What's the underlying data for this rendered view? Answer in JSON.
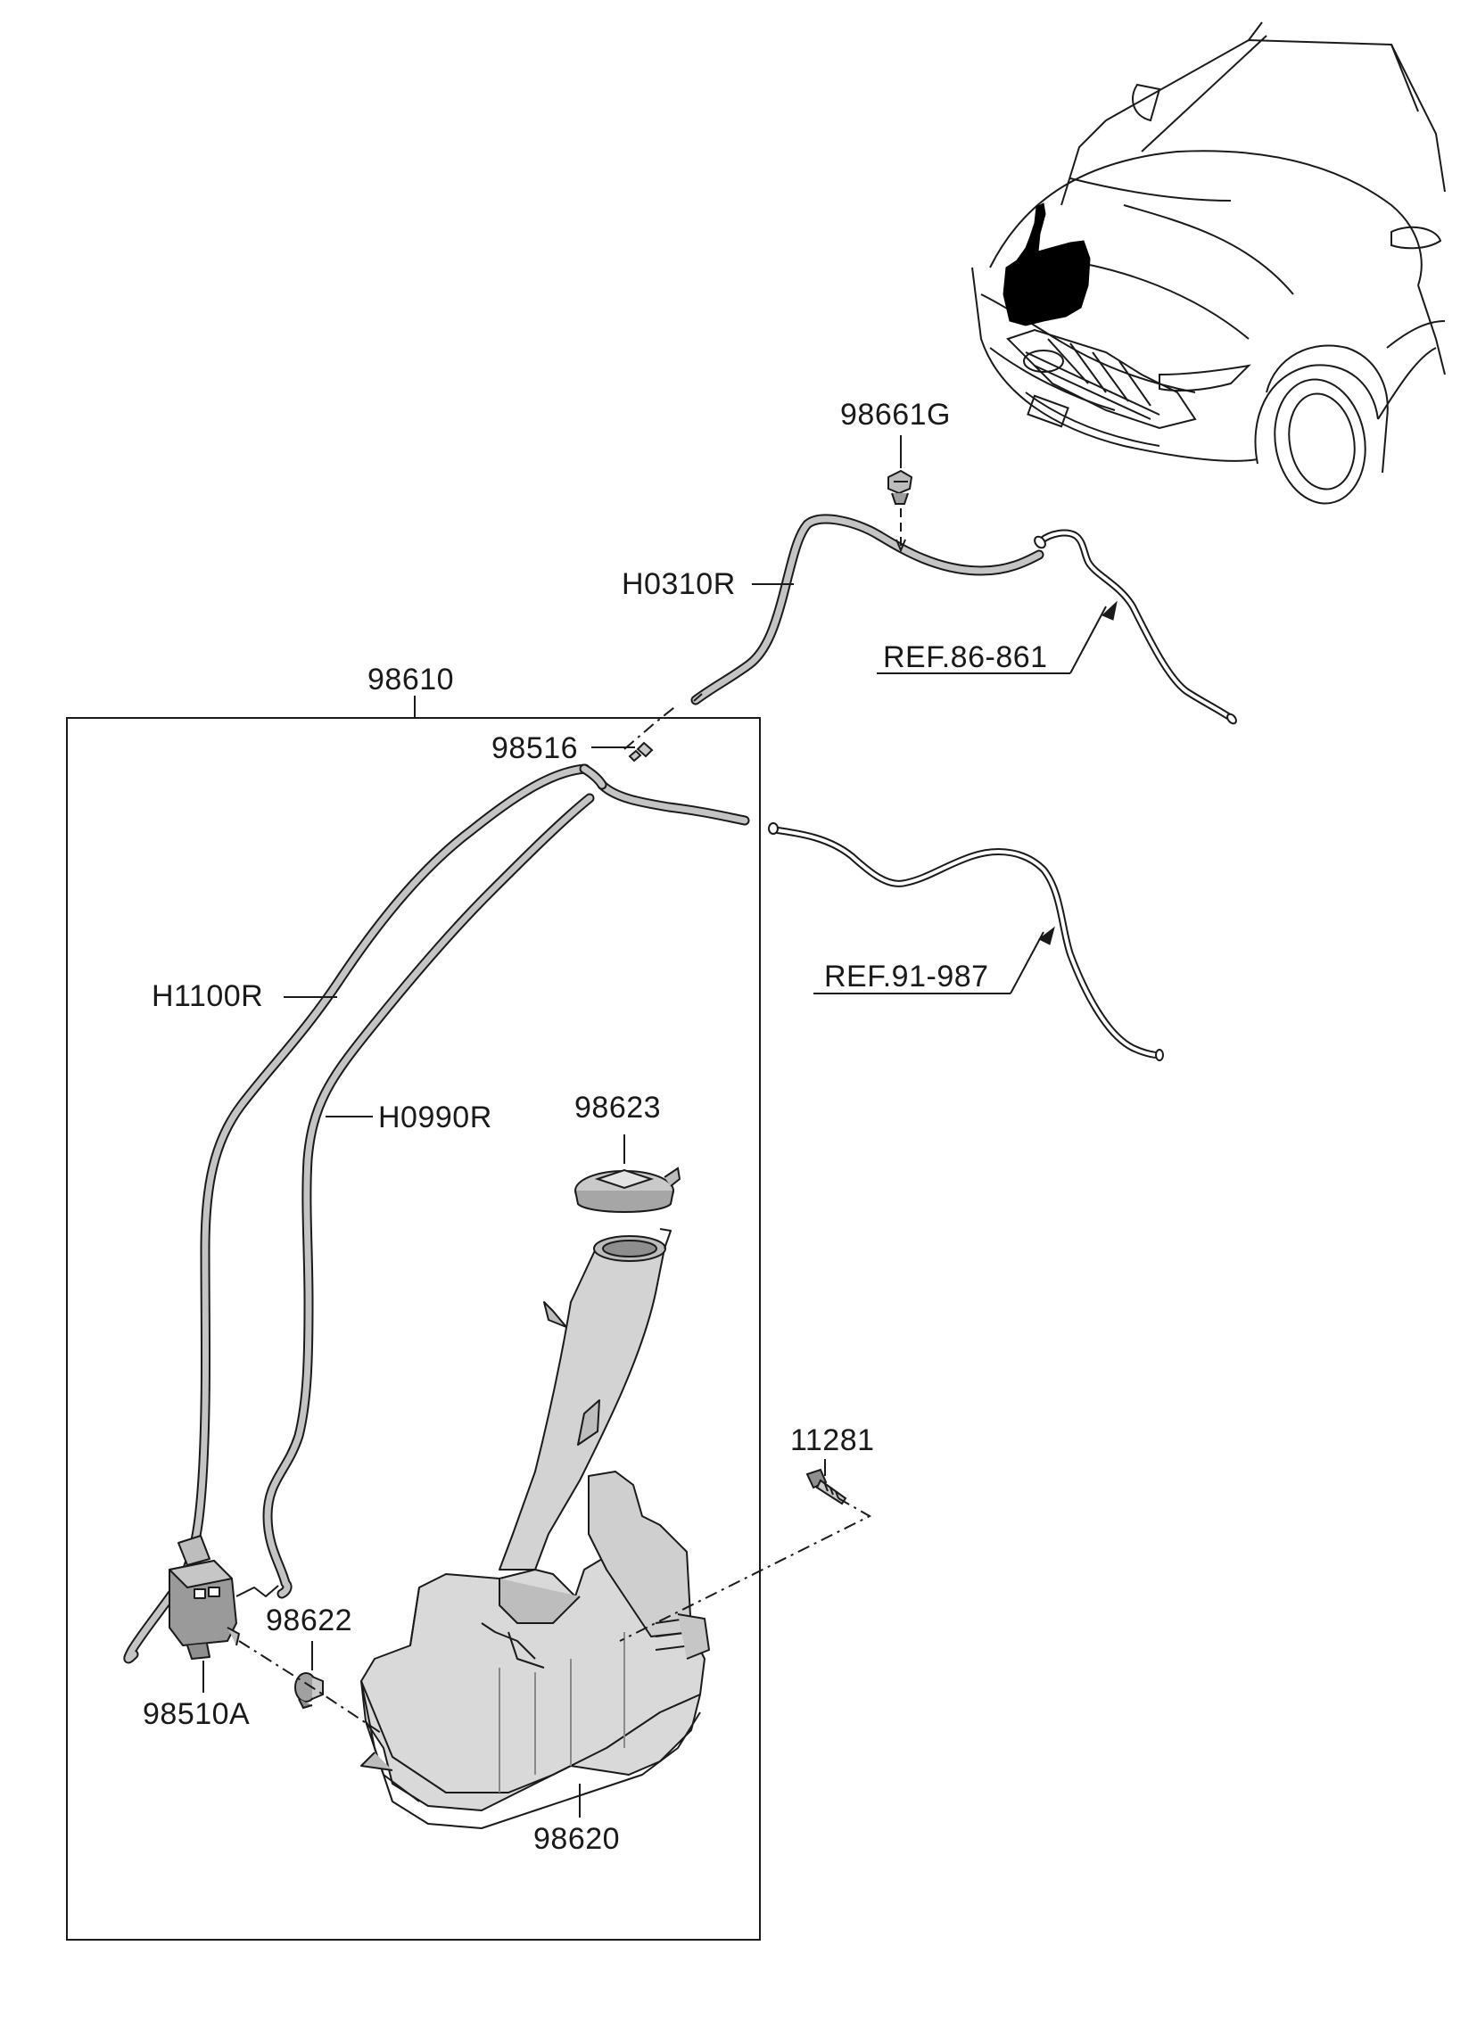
{
  "diagram": {
    "part_labels": {
      "p98661G": "98661G",
      "pH0310R": "H0310R",
      "pREF86": "REF.86-861",
      "p98610": "98610",
      "p98516": "98516",
      "pREF91": "REF.91-987",
      "pH1100R": "H1100R",
      "pH0990R": "H0990R",
      "p98623": "98623",
      "p11281": "11281",
      "p98622": "98622",
      "p98510A": "98510A",
      "p98620": "98620"
    },
    "colors": {
      "line": "#1a1a1a",
      "part_fill": "#d9d9d9",
      "part_dark": "#a8a8a8",
      "hose": "#bdbdbd",
      "vehicle_highlight": "#000000"
    }
  }
}
